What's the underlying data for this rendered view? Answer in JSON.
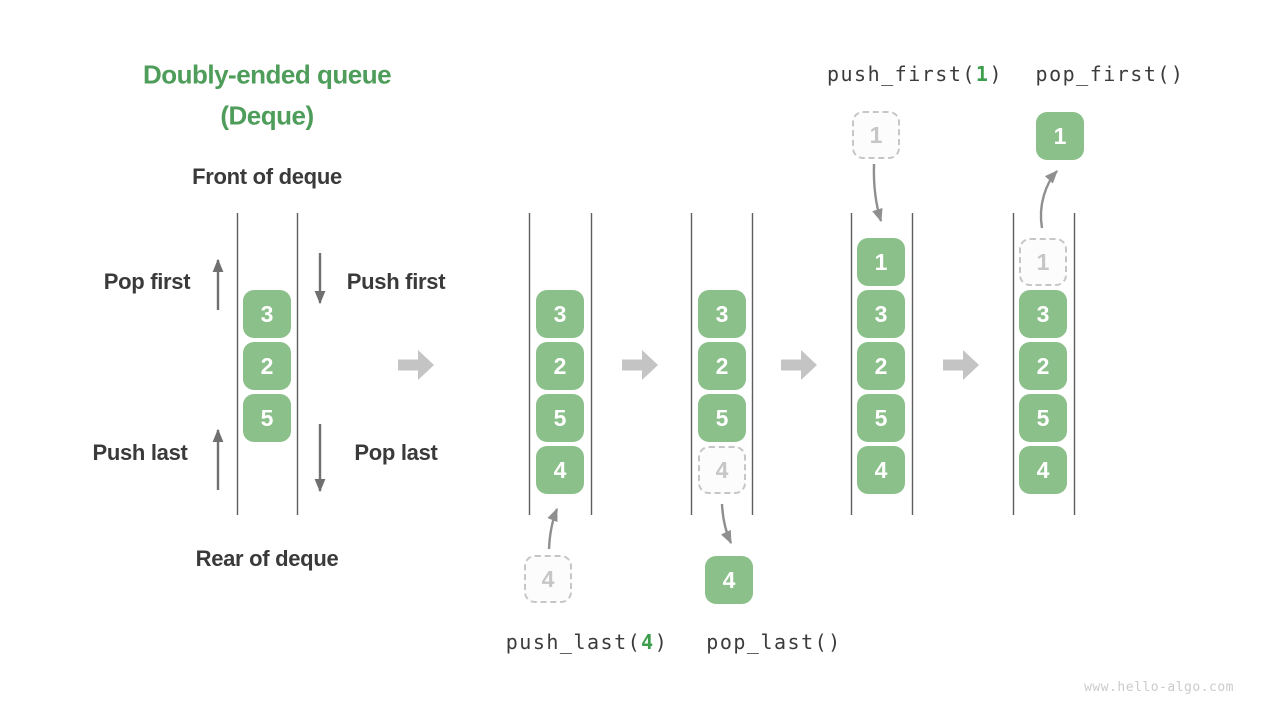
{
  "title": {
    "line1": "Doubly-ended queue",
    "line2": "(Deque)"
  },
  "side_labels": {
    "front": "Front of deque",
    "rear": "Rear of deque",
    "pop_first": "Pop first",
    "push_first": "Push first",
    "push_last": "Push last",
    "pop_last": "Pop last"
  },
  "operations": {
    "push_first": {
      "prefix": "push_first(",
      "arg": "1",
      "suffix": ")"
    },
    "pop_first": {
      "label": "pop_first()"
    },
    "push_last": {
      "prefix": "push_last(",
      "arg": "4",
      "suffix": ")"
    },
    "pop_last": {
      "label": "pop_last()"
    }
  },
  "queues": {
    "demo": {
      "cells": [
        "3",
        "2",
        "5"
      ]
    },
    "step1": {
      "cells": [
        "3",
        "2",
        "5",
        "4"
      ],
      "incoming": "4"
    },
    "step2": {
      "cells": [
        "3",
        "2",
        "5"
      ],
      "ghost": "4",
      "outgoing": "4"
    },
    "step3": {
      "cells": [
        "1",
        "3",
        "2",
        "5",
        "4"
      ],
      "incoming": "1"
    },
    "step4": {
      "cells": [
        "3",
        "2",
        "5",
        "4"
      ],
      "ghost": "1",
      "outgoing": "1"
    }
  },
  "watermark": "www.hello-algo.com",
  "colors": {
    "cell_green": "#8BC08B",
    "title_green": "#4E9D5A",
    "arg_green": "#3C9E4D",
    "label_dark": "#3B3B3B",
    "ghost_gray": "#C6C6C6",
    "arrow_gray": "#8F8F8F",
    "small_arrow_gray": "#707070",
    "block_arrow_gray": "#C4C4C4",
    "wall_gray": "#5E5E5E"
  }
}
